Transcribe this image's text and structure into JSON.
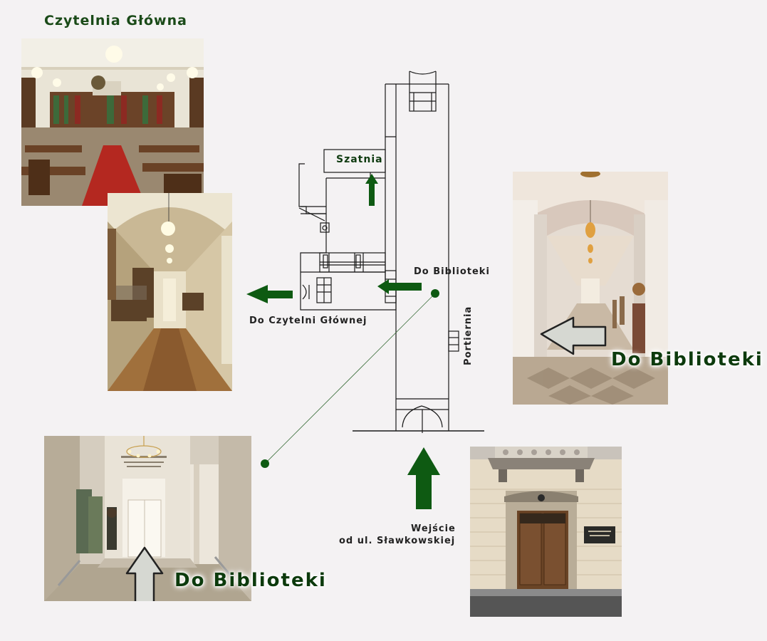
{
  "title": "Czytelnia Główna",
  "labels": {
    "szatnia": "Szatnia",
    "do_biblioteki_plan": "Do Biblioteki",
    "do_czytelni": "Do Czytelni Głównej",
    "portiernia": "Portiernia",
    "wejscie_line1": "Wejście",
    "wejscie_line2": "od ul. Sławkowskiej",
    "do_biblioteki_right": "Do Biblioteki",
    "do_biblioteki_left": "Do Biblioteki"
  },
  "colors": {
    "arrow_green": "#0e5a12",
    "arrow_gray": "#d6d8d2",
    "plan_line": "#1a1a1a",
    "background": "#f4f2f3"
  }
}
